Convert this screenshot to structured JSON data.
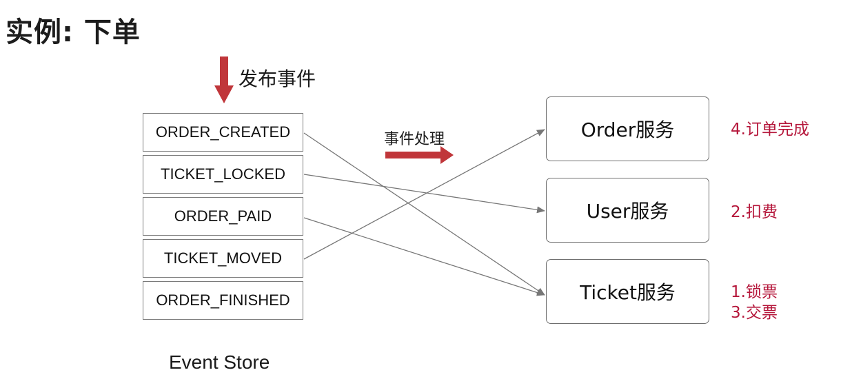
{
  "page": {
    "title": "实例: 下单"
  },
  "publish_label": "发布事件",
  "handle_label": "事件处理",
  "event_store": {
    "label": "Event Store",
    "events": [
      "ORDER_CREATED",
      "TICKET_LOCKED",
      "ORDER_PAID",
      "TICKET_MOVED",
      "ORDER_FINISHED"
    ]
  },
  "services": [
    {
      "name": "Order服务",
      "note": "4.订单完成"
    },
    {
      "name": "User服务",
      "note": "2.扣费"
    },
    {
      "name": "Ticket服务",
      "note": "1.锁票",
      "note2": "3.交票"
    }
  ],
  "colors": {
    "accent_red": "#c0363a",
    "note_red": "#b5173b",
    "connector": "#777777"
  }
}
